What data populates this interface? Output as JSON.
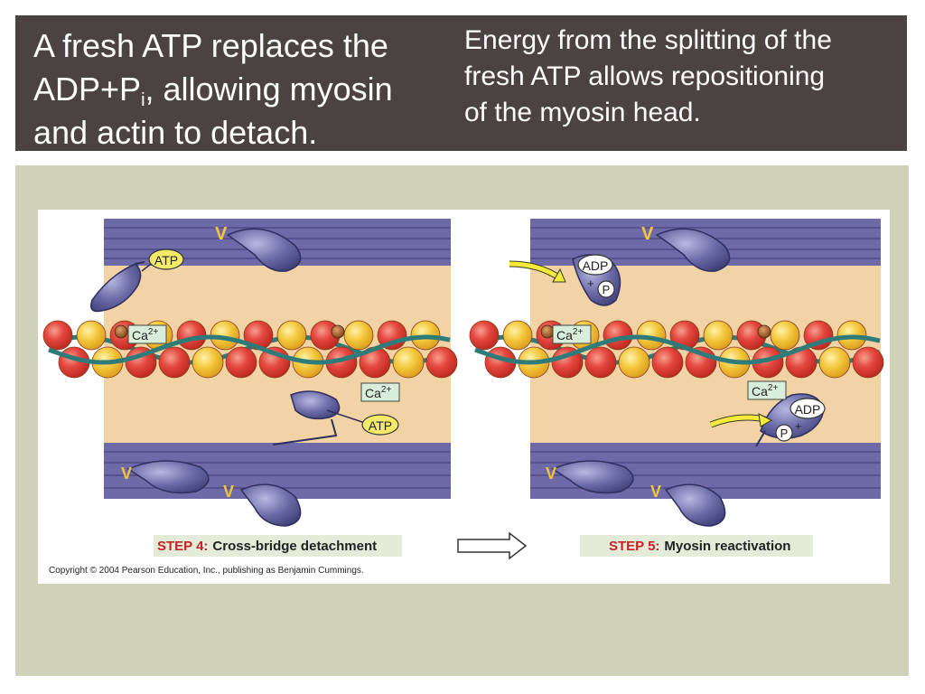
{
  "slide": {
    "left_text": {
      "line1": "A fresh ATP replaces the",
      "line2_pre": "ADP+P",
      "line2_sub": "i",
      "line2_post": ", allowing myosin",
      "line3": "and actin to detach."
    },
    "right_text": {
      "line1": "Energy from the splitting of the",
      "line2": "fresh ATP allows repositioning",
      "line3": "of the myosin head."
    }
  },
  "figure": {
    "step4_num": "STEP 4:",
    "step4_label": "Cross-bridge detachment",
    "step5_num": "STEP 5:",
    "step5_label": "Myosin reactivation",
    "copyright": "Copyright © 2004 Pearson Education, Inc., publishing as Benjamin Cummings.",
    "atp": "ATP",
    "adp": "ADP",
    "p": "P",
    "plus": "+",
    "ca": "Ca",
    "ca_sup": "2+",
    "colors": {
      "header_bg": "#4b4342",
      "stage_bg": "#cfd1b8",
      "cytoplasm": "#f1d3a5",
      "thick_filament": "#6e6aa8",
      "myosin_head": "#6a6aa6",
      "actin_red": "#e5473f",
      "actin_yellow": "#f2c63a",
      "tropomyosin": "#2f7b7a",
      "step_red": "#c52127",
      "arrow_yellow": "#f3ea3a"
    }
  }
}
